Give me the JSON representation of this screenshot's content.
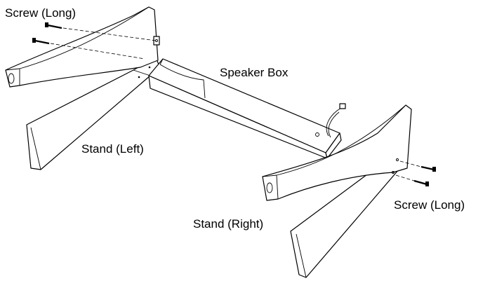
{
  "labels": {
    "screw_long_top": "Screw (Long)",
    "speaker_box": "Speaker Box",
    "stand_left": "Stand (Left)",
    "stand_right": "Stand (Right)",
    "screw_long_right": "Screw (Long)"
  },
  "colors": {
    "line": "#000000",
    "background": "#ffffff"
  }
}
